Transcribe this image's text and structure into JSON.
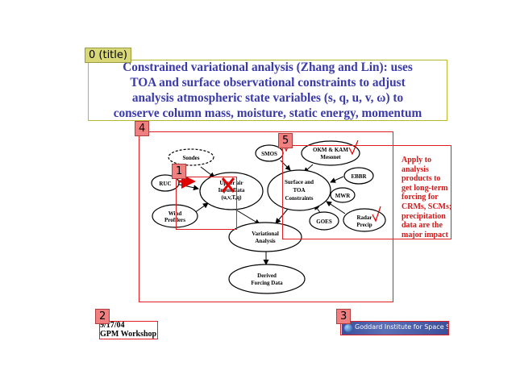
{
  "slide": {
    "title_lines": [
      "Constrained variational analysis (Zhang and Lin):  uses",
      "TOA and surface observational constraints to adjust",
      "analysis atmospheric state variables (s, q, u, v, ω) to",
      "conserve column mass, moisture, static energy, momentum"
    ],
    "diagram": {
      "sondes": "Sondes",
      "ruc": "RUC",
      "upper_air_lines": [
        "Upper air",
        "Input Data",
        "(u,v,T,q)"
      ],
      "wind_profilers_lines": [
        "Wind",
        "Profilers"
      ],
      "smos": "SMOS",
      "okm_kam_lines": [
        "OKM & KAM",
        "Mesonet"
      ],
      "surface_toa_lines": [
        "Surface and",
        "TOA",
        "Constraints"
      ],
      "ebbr": "EBBR",
      "mwr": "MWR",
      "goes": "GOES",
      "radar_precip_lines": [
        "Radar",
        "Precip"
      ],
      "variational_lines": [
        "Variational",
        "Analysis"
      ],
      "derived_lines": [
        "Derived",
        "Forcing Data"
      ]
    },
    "side_note_lines": [
      "Apply to",
      "analysis",
      "products to",
      "get long-term",
      "forcing for",
      "CRMs, SCMs;",
      "precipitation",
      "data are the",
      "major impact"
    ],
    "footer_date": "9/17/04",
    "footer_event": "GPM Workshop",
    "logo_text": "Goddard Institute for Space Studies"
  },
  "annotations": [
    {
      "id": "0",
      "label": "0 (title)"
    },
    {
      "id": "1",
      "label": "1"
    },
    {
      "id": "2",
      "label": "2"
    },
    {
      "id": "3",
      "label": "3"
    },
    {
      "id": "4",
      "label": "4"
    },
    {
      "id": "5",
      "label": "5"
    }
  ],
  "colors": {
    "title": "#3a3aa8",
    "side_note": "#d01818",
    "annotation_box": "#e02020",
    "title_box": "#b8b830"
  }
}
